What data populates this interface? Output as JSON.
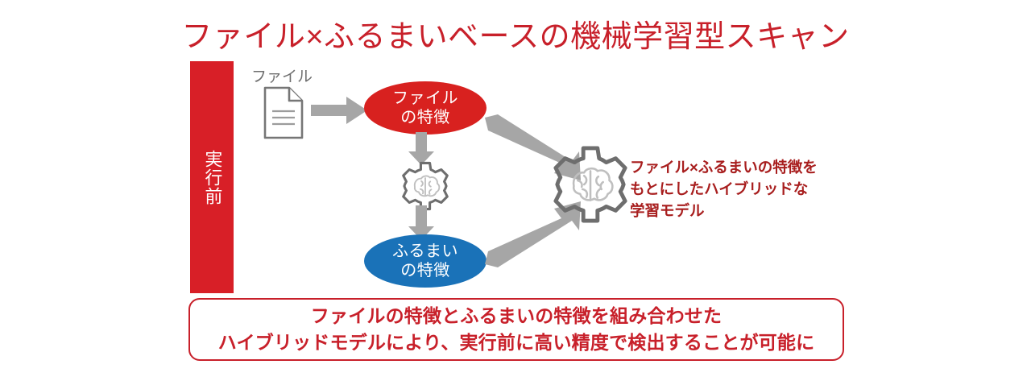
{
  "slide": {
    "title": "ファイル×ふるまいベースの機械学習型スキャン",
    "title_color": "#C8202A",
    "background": "#FFFFFF"
  },
  "phase_band": {
    "label": "実行前",
    "color": "#D81F27",
    "text_color": "#FFFFFF"
  },
  "file_node": {
    "label": "ファイル",
    "icon": "document-icon",
    "icon_color": "#767676"
  },
  "nodes": [
    {
      "id": "file-feature",
      "line1": "ファイル",
      "line2": "の特徴",
      "color": "#D8211F",
      "text_color": "#FFFFFF",
      "shape": "ellipse"
    },
    {
      "id": "behavior-feature",
      "line1": "ふるまい",
      "line2": "の特徴",
      "color": "#1A72B8",
      "text_color": "#FFFFFF",
      "shape": "ellipse"
    }
  ],
  "icons": {
    "small_gear_brain": "gear-brain-icon",
    "large_gear_brain": "gear-brain-icon",
    "gear_color": "#6E6E6E",
    "brain_color": "#BFBFBF"
  },
  "arrows": {
    "color": "#A6A6A6",
    "items": [
      {
        "id": "file-to-file-feature",
        "direction": "right"
      },
      {
        "id": "file-feature-to-gear",
        "direction": "down"
      },
      {
        "id": "gear-to-behavior-feature",
        "direction": "down"
      },
      {
        "id": "file-feature-to-model",
        "direction": "down-right"
      },
      {
        "id": "behavior-feature-to-model",
        "direction": "up-right"
      }
    ]
  },
  "model_text": {
    "color": "#A81E1E",
    "line1": "ファイル×ふるまいの特徴を",
    "line2": "もとにしたハイブリッドな",
    "line3": "学習モデル"
  },
  "summary": {
    "border_color": "#C8202A",
    "text_color": "#C8202A",
    "line1": "ファイルの特徴とふるまいの特徴を組み合わせた",
    "line2": "ハイブリッドモデルにより、実行前に高い精度で検出することが可能に"
  }
}
